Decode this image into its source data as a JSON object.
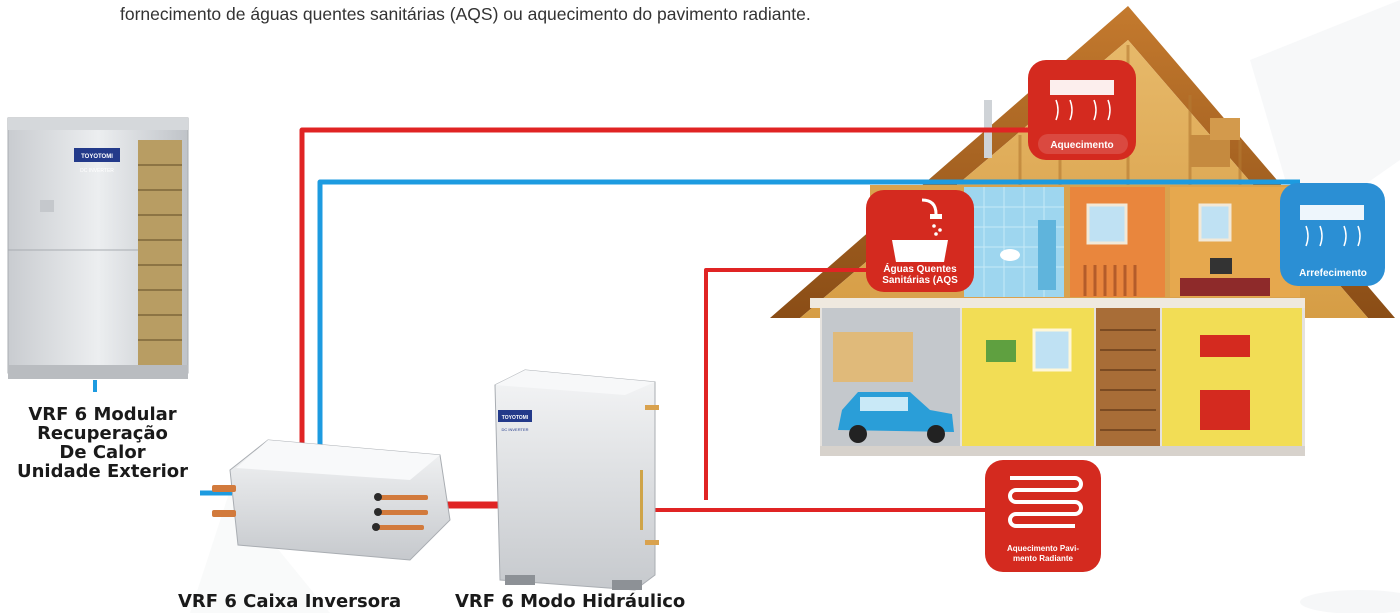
{
  "intro": "fornecimento de águas quentes sanitárias (AQS) ou aquecimento do pavimento radiante.",
  "outdoor_unit": {
    "brand": "TOYOTOMI",
    "badge": "DC INVERTER",
    "caption": [
      "VRF 6 Modular",
      "Recuperação",
      "De Calor",
      "Unidade Exterior"
    ]
  },
  "inverter_box": {
    "caption": "VRF 6 Caixa Inversora"
  },
  "hydraulic_module": {
    "brand": "TOYOTOMI",
    "badge": "DC INVERTER",
    "caption": "VRF 6 Modo Hidráulico"
  },
  "functions": {
    "heating": "Aquecimento",
    "cooling": "Arrefecimento",
    "dhw": [
      "Águas Quentes",
      "Sanitárias (AQS"
    ],
    "floor": [
      "Aquecimento Pavi-",
      "mento Radiante"
    ]
  },
  "colors": {
    "hot_pipe": "#e02424",
    "cold_pipe": "#1d9be0",
    "badge_red": "#d42a1f",
    "badge_blue": "#2b8fd4"
  }
}
